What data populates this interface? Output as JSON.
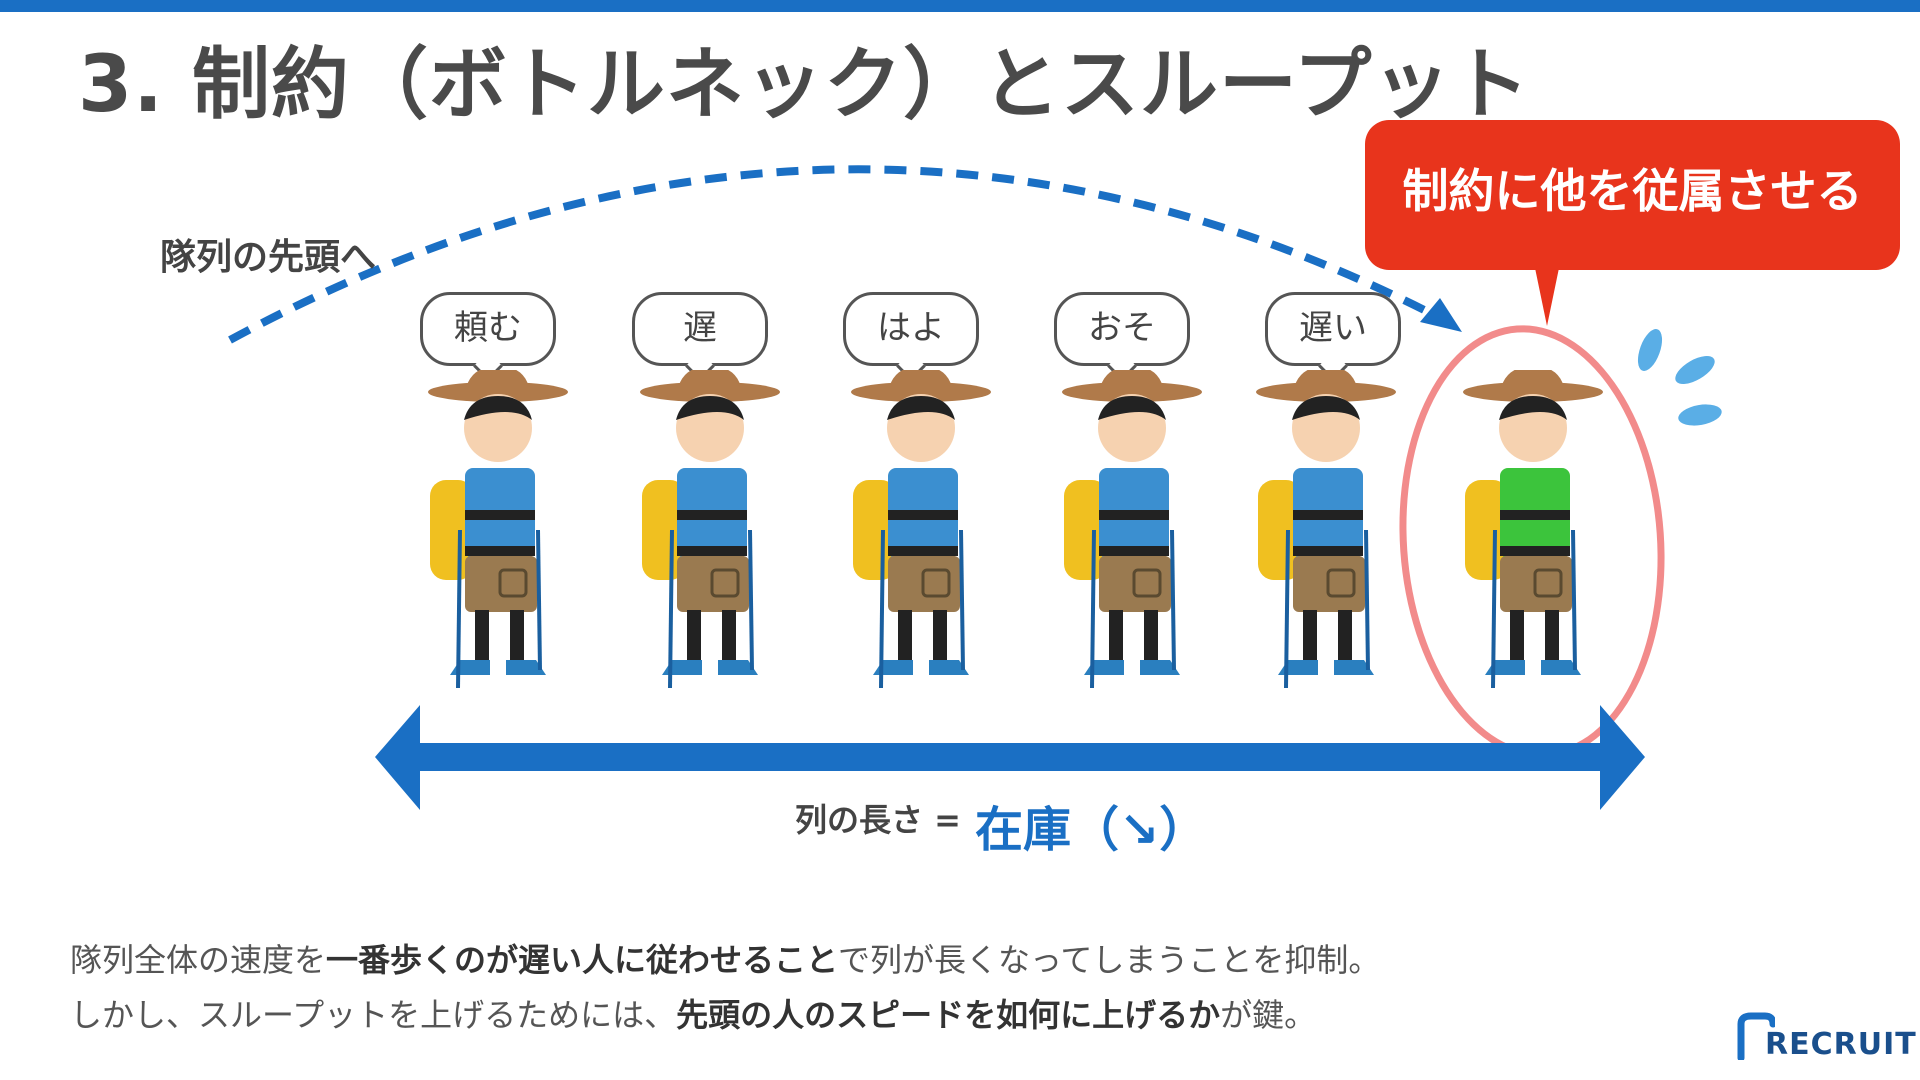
{
  "slide": {
    "title": "3. 制約（ボトルネック）とスループット",
    "head_label": "隊列の先頭へ",
    "callout": "制約に他を従属させる",
    "bubbles": [
      "頼む",
      "遅",
      "はよ",
      "おそ",
      "遅い"
    ],
    "inventory_label": "列の長さ =",
    "inventory_value": "在庫（↘）",
    "body": {
      "line1_pre": "隊列全体の速度を",
      "line1_bold": "一番歩くのが遅い人に従わせること",
      "line1_post": "で列が長くなってしまうことを抑制。",
      "line2_pre": "しかし、スループットを上げるためには、",
      "line2_bold": "先頭の人のスピードを如何に上げるか",
      "line2_post": "が鍵。"
    },
    "logo": "RECRUIT"
  },
  "colors": {
    "accent_blue": "#1a6fc4",
    "callout_red": "#e8341c",
    "highlight_pink": "#f28b8b",
    "shirt_blue": "#3b8fd0",
    "shirt_green": "#3cc43c"
  },
  "icons": [
    "hiker-icon",
    "sweat-drops-icon",
    "curved-arrow-icon",
    "double-arrow-icon",
    "recruit-logo-icon"
  ]
}
